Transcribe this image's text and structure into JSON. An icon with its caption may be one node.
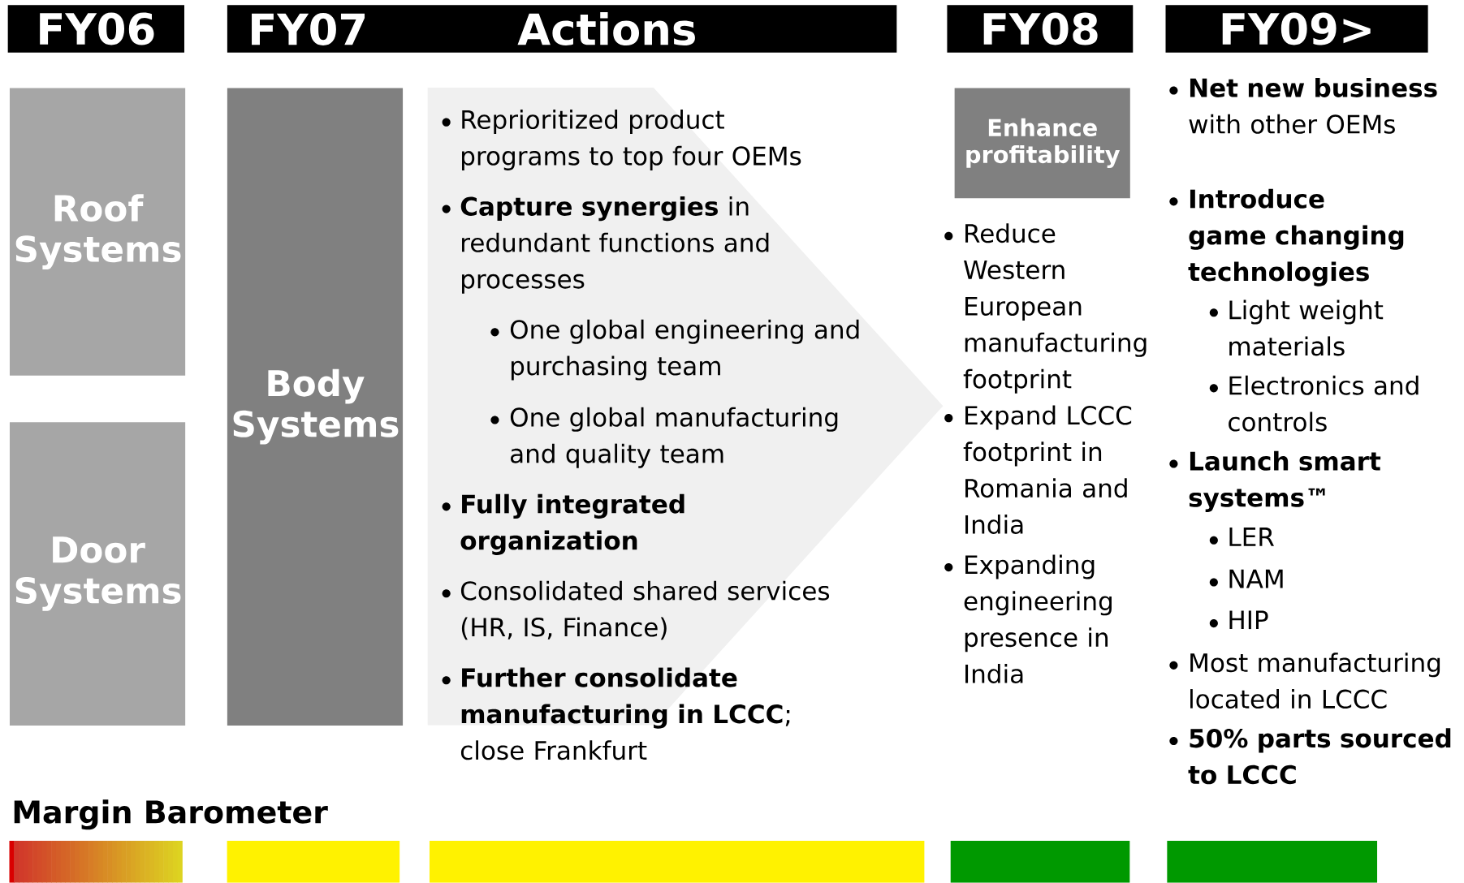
{
  "diagram": {
    "nodes": [
      {
        "text": [
          "FY06"
        ]
      },
      {
        "text": [
          "FY07",
          "Actions"
        ]
      },
      {
        "text": [
          "FY08"
        ]
      },
      {
        "text": [
          "FY09>"
        ]
      },
      {
        "text": [
          "Roof Systems"
        ]
      },
      {
        "text": [
          "Body Systems"
        ]
      },
      {
        "text": [
          "Reprioritized product programs to top four OEMs",
          "**Capture synergies** in redundant functions and processes",
          "One global engineering and purchasing team",
          "One global manufacturing and quality team",
          "Fully integrated organization",
          "Consolidated shared services (HR, IS, Finance)",
          "**Further consolidate manufacturing in LCCC**; close Frankfurt"
        ]
      },
      {
        "text": [
          "Enhance profitability"
        ]
      },
      {
        "text": [
          "Door Systems"
        ]
      }
    ],
    "labels": [
      "Reduce Western European manufacturing footprint",
      "Expand LCCC footprint in Romania and India",
      "Expanding engineering presence in India",
      "**Net new business** with other OEMs",
      "Introduce game changing technologies",
      "Light weight materials",
      "Electronics and controls",
      "Launch smart systems™",
      "LER",
      "NAM",
      "HIP",
      "Most manufacturing located in LCCC",
      "50% parts sourced to LCCC",
      "Margin Barometer"
    ]
  }
}
